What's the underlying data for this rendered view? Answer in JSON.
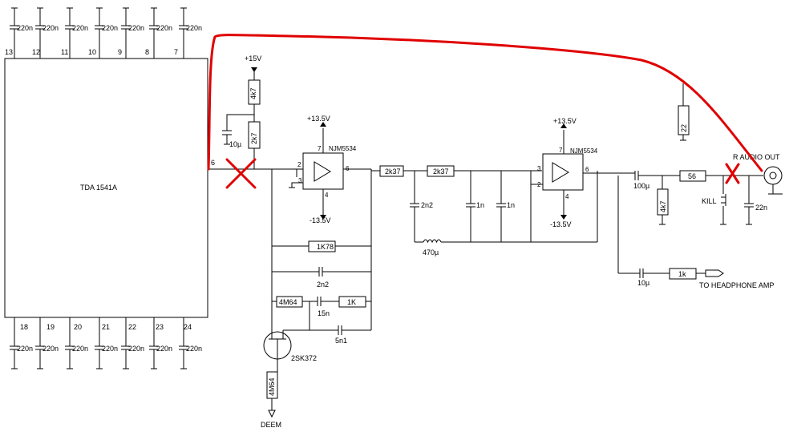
{
  "ic": {
    "name": "TDA 1541A",
    "pins_top": [
      "13",
      "12",
      "11",
      "10",
      "9",
      "8",
      "7"
    ],
    "pins_bottom": [
      "18",
      "19",
      "20",
      "21",
      "22",
      "23",
      "24"
    ],
    "out_pin": "6",
    "decoupling_cap": "220n"
  },
  "supply": {
    "pos15": "+15V",
    "pos13": "+13.5V",
    "neg13": "-13.5V"
  },
  "opamps": [
    {
      "name": "NJM5534",
      "pin_plus": "2",
      "pin_minus": "3",
      "pin_out": "6",
      "pin_vp": "7",
      "pin_vn": "4"
    },
    {
      "name": "NJM5534",
      "pin_plus": "3",
      "pin_minus": "2",
      "pin_out": "6",
      "pin_vp": "7",
      "pin_vn": "4"
    }
  ],
  "parts": {
    "r4k7_top": "4k7",
    "r2k7": "2k7",
    "c10u": "10µ",
    "r1k78": "1K78",
    "c2n2_fb": "2n2",
    "r4m64": "4M64",
    "c15n": "15n",
    "r1k": "1K",
    "c5n1": "5n1",
    "jfet": "2SK372",
    "r4m64_gate": "4M64",
    "deem": "DEEM",
    "r2k37_a": "2k37",
    "r2k37_b": "2k37",
    "c2n2_filt": "2n2",
    "c1n_a": "1n",
    "c1n_b": "1n",
    "l470u": "470µ",
    "c100u": "100µ",
    "r4k7_out": "4k7",
    "r56": "56",
    "r22": "22",
    "kill": "KILL",
    "c22n": "22n",
    "c10u_hp": "10µ",
    "r1k_hp": "1k",
    "hp_label": "TO HEADPHONE AMP",
    "out_label": "R AUDIO OUT"
  }
}
